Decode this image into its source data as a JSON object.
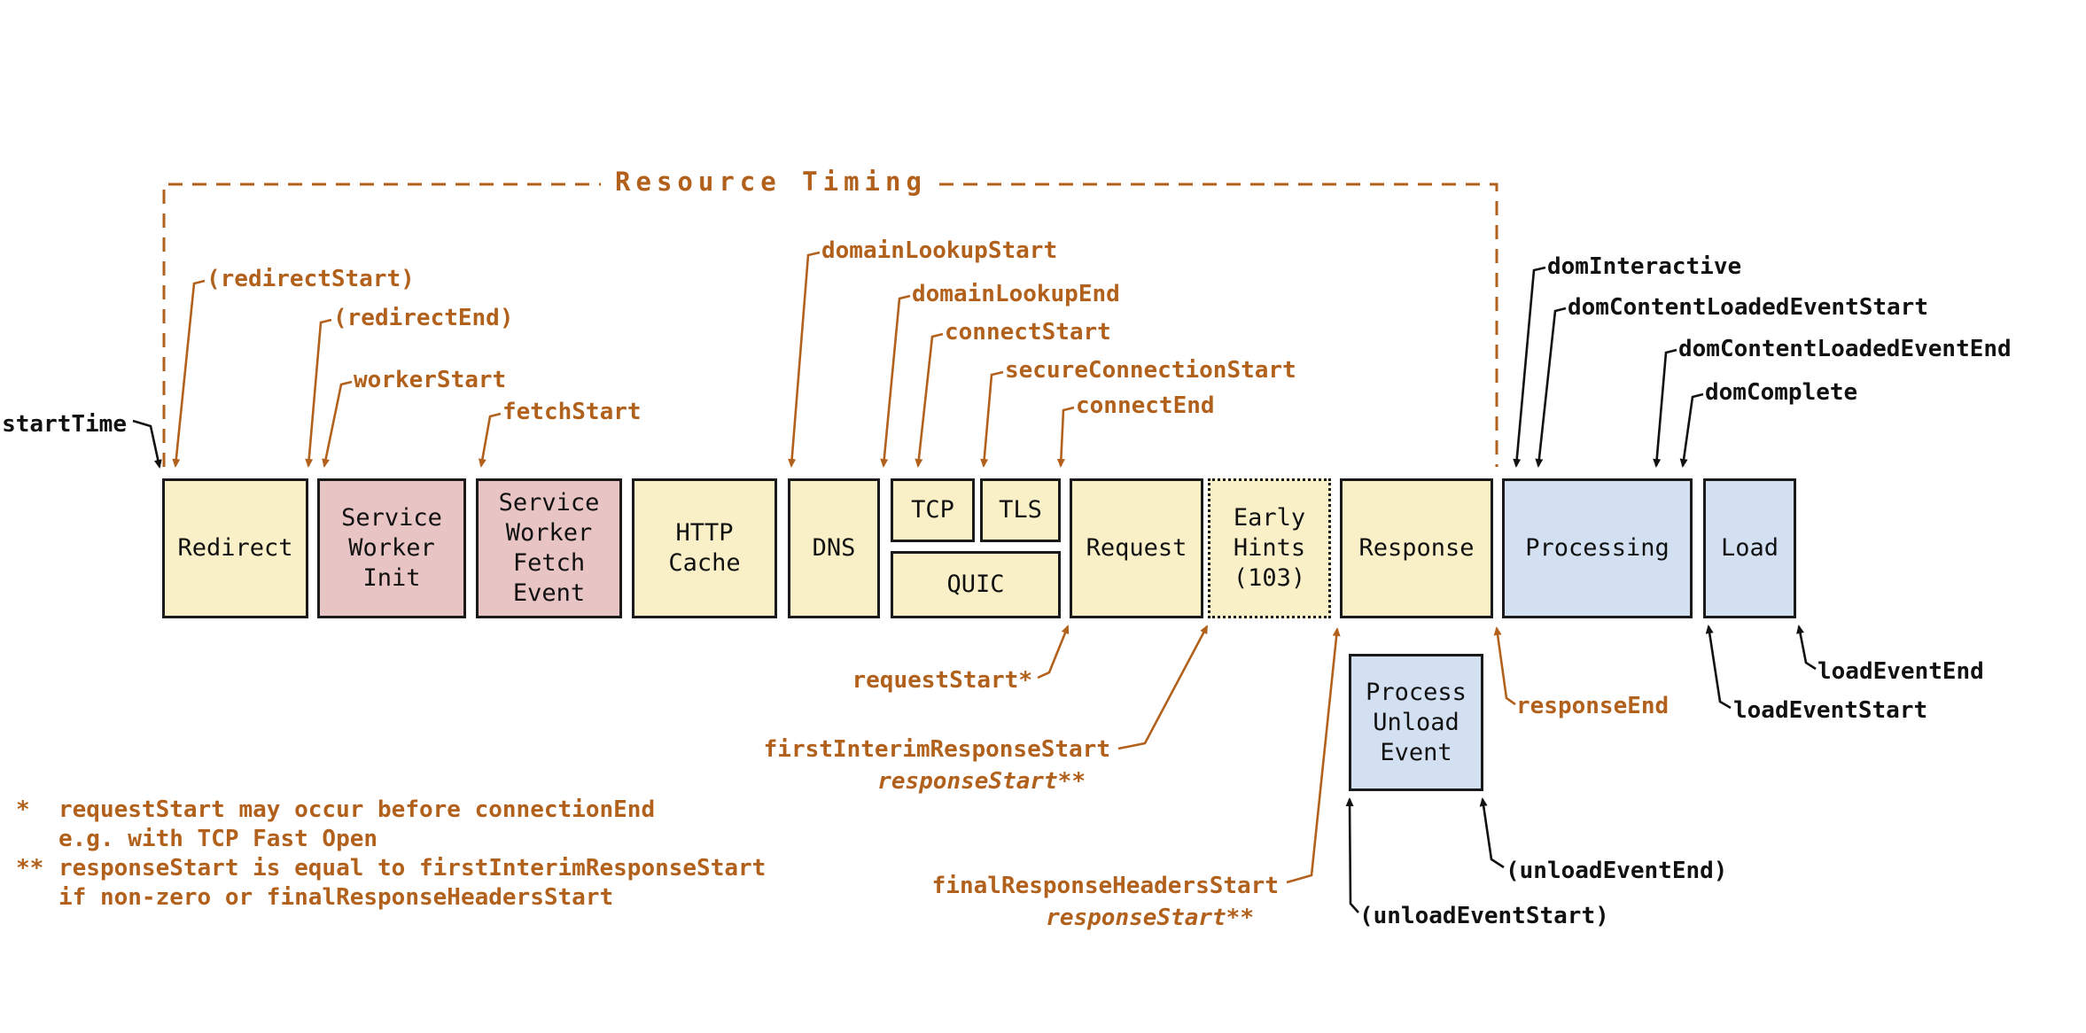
{
  "figure": {
    "title": "Resource Timing"
  },
  "colors": {
    "accent_orange": "#b2611c",
    "label_black": "#111111",
    "box_yellow": "#faf0c8",
    "box_pink": "#e8c4c4",
    "box_blue": "#d2e0f1",
    "box_border": "#1a1a1a",
    "background": "#ffffff"
  },
  "timeline": {
    "boxes": [
      {
        "id": "redirect",
        "label": "Redirect",
        "color": "yellow"
      },
      {
        "id": "service-worker-init",
        "label": "Service\nWorker\nInit",
        "color": "pink"
      },
      {
        "id": "service-worker-fetch-event",
        "label": "Service\nWorker\nFetch\nEvent",
        "color": "pink"
      },
      {
        "id": "http-cache",
        "label": "HTTP\nCache",
        "color": "yellow"
      },
      {
        "id": "dns",
        "label": "DNS",
        "color": "yellow"
      },
      {
        "id": "tcp",
        "label": "TCP",
        "color": "yellow"
      },
      {
        "id": "tls",
        "label": "TLS",
        "color": "yellow"
      },
      {
        "id": "quic",
        "label": "QUIC",
        "color": "yellow"
      },
      {
        "id": "request",
        "label": "Request",
        "color": "yellow"
      },
      {
        "id": "early-hints",
        "label": "Early\nHints\n(103)",
        "color": "yellow",
        "border": "dotted"
      },
      {
        "id": "response",
        "label": "Response",
        "color": "yellow"
      },
      {
        "id": "processing",
        "label": "Processing",
        "color": "blue"
      },
      {
        "id": "load",
        "label": "Load",
        "color": "blue"
      }
    ],
    "unload_box": {
      "id": "process-unload-event",
      "label": "Process\nUnload\nEvent",
      "color": "blue"
    }
  },
  "annotations": {
    "resource_timing": {
      "redirect_start": "(redirectStart)",
      "redirect_end": "(redirectEnd)",
      "worker_start": "workerStart",
      "fetch_start": "fetchStart",
      "domain_lookup_start": "domainLookupStart",
      "domain_lookup_end": "domainLookupEnd",
      "connect_start": "connectStart",
      "secure_connection_start": "secureConnectionStart",
      "connect_end": "connectEnd",
      "request_start": "requestStart*",
      "first_interim_response_start": "firstInterimResponseStart",
      "response_start_interim": "responseStart**",
      "final_response_headers_start": "finalResponseHeadersStart",
      "response_start_final": "responseStart**",
      "response_end": "responseEnd"
    },
    "navigation_timing": {
      "start_time": "startTime",
      "dom_interactive": "domInteractive",
      "dom_content_loaded_event_start": "domContentLoadedEventStart",
      "dom_content_loaded_event_end": "domContentLoadedEventEnd",
      "dom_complete": "domComplete",
      "load_event_start": "loadEventStart",
      "load_event_end": "loadEventEnd",
      "unload_event_start": "(unloadEventStart)",
      "unload_event_end": "(unloadEventEnd)"
    }
  },
  "footnotes": [
    {
      "marker": "*",
      "lines": [
        "requestStart may occur before connectionEnd",
        "e.g. with TCP Fast Open"
      ]
    },
    {
      "marker": "**",
      "lines": [
        "responseStart is equal to firstInterimResponseStart",
        "if non-zero or finalResponseHeadersStart"
      ]
    }
  ]
}
